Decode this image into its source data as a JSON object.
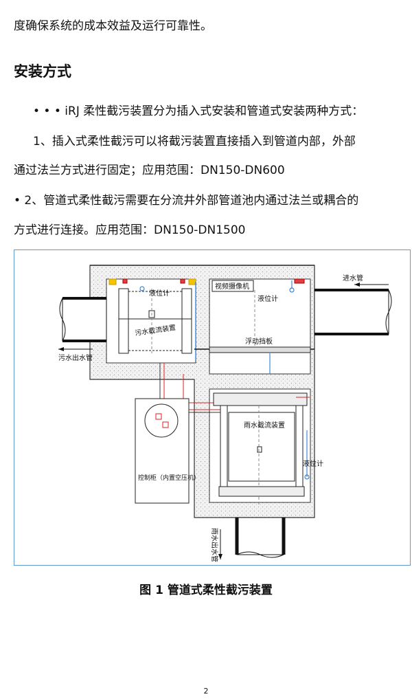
{
  "paragraphs": {
    "intro_tail": "度确保系统的成本效益及运行可靠性。",
    "section_title": "安装方式",
    "bullet_prefix": "•  •  •",
    "bullet_text": "iRJ 柔性截污装置分为插入式安装和管道式安装两种方式：",
    "item1_line1": "1、插入式柔性截污可以将截污装置直接插入到管道内部，外部",
    "item1_line2": "通过法兰方式进行固定；应用范围：DN150-DN600",
    "item2_prefix": "•  2",
    "item2_line1": "、管道式柔性截污需要在分流井外部管道池内通过法兰或耦合的",
    "item2_line2": "方式进行连接。应用范围：DN150-DN1500"
  },
  "figure": {
    "labels": {
      "inlet_pipe": "进水管",
      "sewage_outlet_pipe": "污水出水管",
      "level_gauge_top_left": "液位计",
      "sewage_device": "污水截流装置",
      "video_camera": "视频摄像机",
      "level_gauge_top_right": "液位计",
      "floating_baffle": "浮动挡板",
      "rain_device": "雨水截流装置",
      "level_gauge_bottom": "液位计",
      "control_cabinet": "控制柜（内置空压机）",
      "rain_outlet_pipe": "雨水出水管"
    },
    "caption": "图 1 管道式柔性截污装置"
  },
  "footer": {
    "page_number": "2"
  }
}
